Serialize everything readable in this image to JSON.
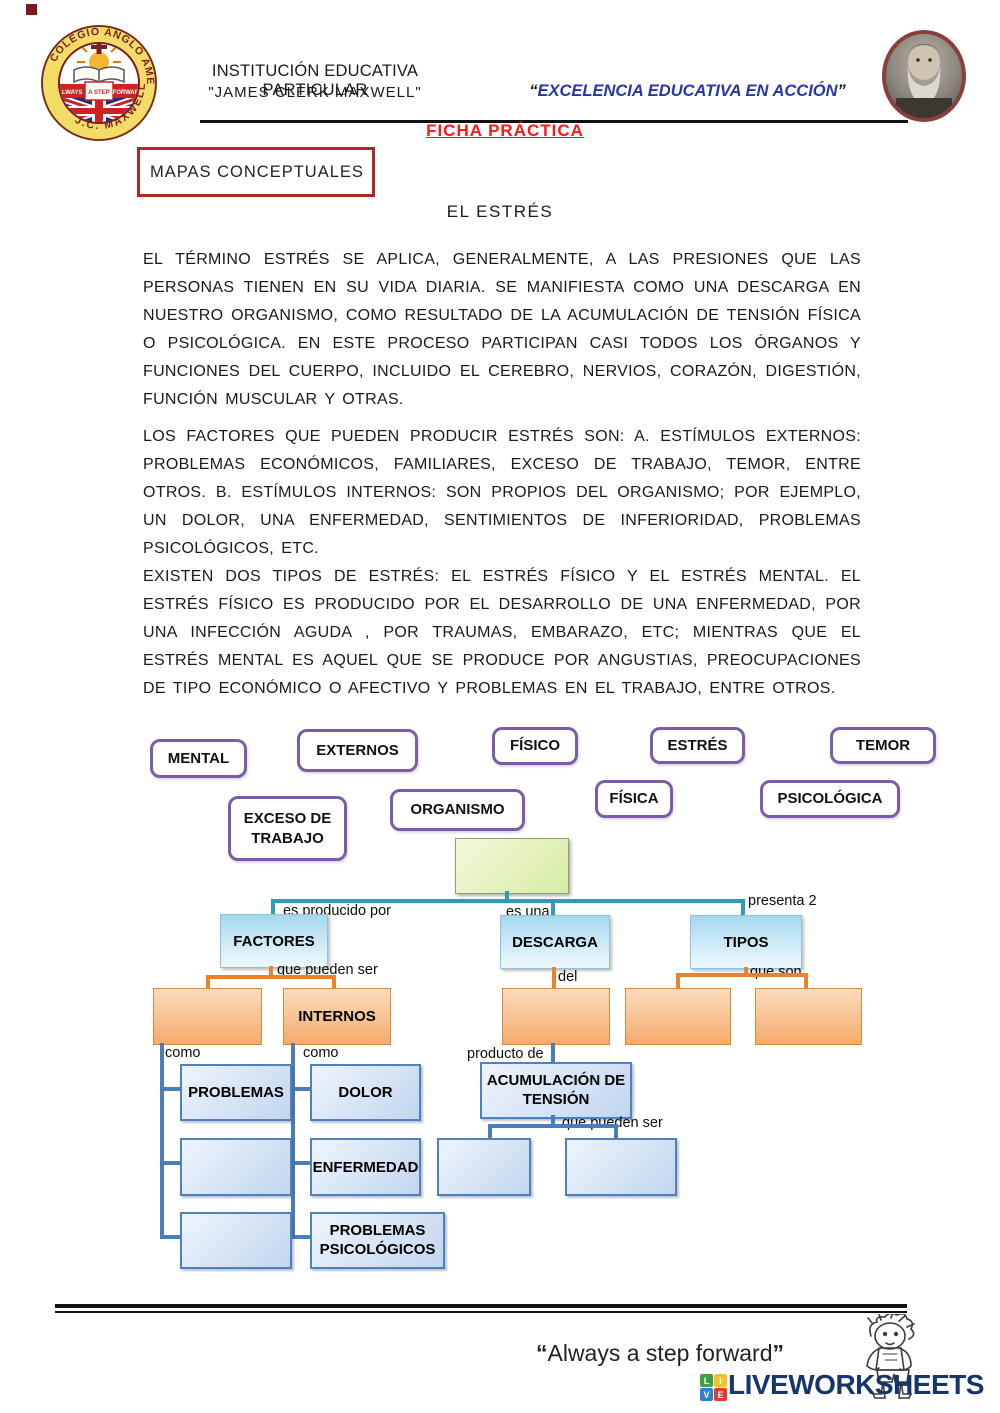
{
  "header": {
    "institution_line1": "INSTITUCIÓN EDUCATIVA PARTICULAR",
    "institution_line2": "\"JAMES CLERK MAXWELL\"",
    "motto_open": "“",
    "motto_text": "EXCELENCIA EDUCATIVA EN ACCIÓN",
    "motto_close": "”",
    "crest": {
      "ring_top": "COLEGIO ANGLO AMERICANO",
      "ring_bottom": "J.C. MAXWELL",
      "banner_left": "ALWAYS",
      "banner_center": "A STEP",
      "banner_right": "FORWARD"
    },
    "sheet_type": "FICHA PRÁCTICA"
  },
  "title_box_label": "MAPAS CONCEPTUALES",
  "doc_title": "EL ESTRÉS",
  "paragraphs": [
    "EL TÉRMINO ESTRÉS SE APLICA, GENERALMENTE, A LAS PRESIONES QUE LAS PERSONAS TIENEN EN SU VIDA DIARIA. SE MANIFIESTA COMO UNA DESCARGA EN NUESTRO ORGANISMO, COMO RESULTADO DE LA ACUMULACIÓN DE TENSIÓN FÍSICA O PSICOLÓGICA.  EN ESTE PROCESO PARTICIPAN CASI TODOS LOS ÓRGANOS Y FUNCIONES DEL CUERPO, INCLUIDO EL CEREBRO, NERVIOS, CORAZÓN, DIGESTIÓN, FUNCIÓN MUSCULAR Y OTRAS.",
    "LOS FACTORES QUE PUEDEN PRODUCIR ESTRÉS SON: A. ESTÍMULOS EXTERNOS: PROBLEMAS ECONÓMICOS, FAMILIARES, EXCESO DE TRABAJO, TEMOR, ENTRE OTROS. B. ESTÍMULOS INTERNOS: SON PROPIOS DEL ORGANISMO; POR EJEMPLO, UN DOLOR, UNA ENFERMEDAD, SENTIMIENTOS DE INFERIORIDAD, PROBLEMAS PSICOLÓGICOS, ETC.",
    "EXISTEN DOS TIPOS DE ESTRÉS: EL ESTRÉS FÍSICO Y EL ESTRÉS MENTAL. EL ESTRÉS FÍSICO ES PRODUCIDO POR EL DESARROLLO DE UNA ENFERMEDAD, POR UNA INFECCIÓN AGUDA , POR TRAUMAS, EMBARAZO, ETC; MIENTRAS QUE EL ESTRÉS MENTAL ES AQUEL QUE SE PRODUCE POR ANGUSTIAS, PREOCUPACIONES DE TIPO ECONÓMICO O AFECTIVO Y PROBLEMAS EN EL TRABAJO, ENTRE OTROS."
  ],
  "word_bank": [
    "MENTAL",
    "EXTERNOS",
    "FÍSICO",
    "ESTRÉS",
    "TEMOR",
    "EXCESO DE TRABAJO",
    "ORGANISMO",
    "FÍSICA",
    "PSICOLÓGICA"
  ],
  "map": {
    "edges": {
      "es_producido_por": "es producido por",
      "es_una": "es una",
      "presenta_2": "presenta 2",
      "que_pueden_ser": "que pueden ser",
      "del": "del",
      "que_son": "que son",
      "como": "como",
      "producto_de": "producto de"
    },
    "nodes": {
      "factores": "FACTORES",
      "descarga": "DESCARGA",
      "tipos": "TIPOS",
      "internos": "INTERNOS",
      "problemas": "PROBLEMAS",
      "dolor": "DOLOR",
      "acumulacion": "ACUMULACIÓN DE TENSIÓN",
      "enfermedad": "ENFERMEDAD",
      "problemas_psicologicos": "PROBLEMAS PSICOLÓGICOS"
    }
  },
  "footer": {
    "slogan_open": "“",
    "slogan_text": "Always a step forward",
    "slogan_close": "”",
    "brand": "LIVEWORKSHEETS",
    "brand_squares": [
      "L",
      "I",
      "V",
      "E"
    ]
  },
  "colors": {
    "accent_red": "#ff1515",
    "box_border_red": "#a82a27",
    "chip_purple": "#7b5ca6",
    "teal_connector": "#2f9cb4",
    "orange_connector": "#e8822e",
    "blue_connector": "#4a7ebb",
    "motto_blue": "#2936a6",
    "brand_navy": "#16356b"
  }
}
